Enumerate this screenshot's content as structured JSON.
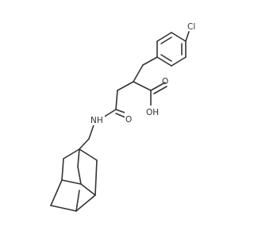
{
  "molecule": {
    "atom_labels": {
      "chlorine": "Cl",
      "acid_oxygen": "O",
      "hydroxyl": "OH",
      "amide_oxygen": "O",
      "amide_nitrogen": "NH"
    }
  }
}
